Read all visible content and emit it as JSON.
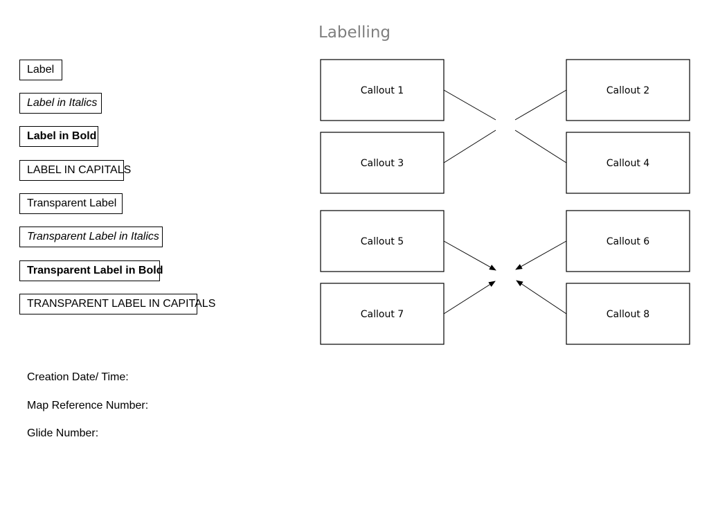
{
  "title": "Labelling",
  "labels": [
    {
      "text": "Label",
      "style": "normal"
    },
    {
      "text": "Label in Italics",
      "style": "italic"
    },
    {
      "text": "Label in Bold",
      "style": "bold"
    },
    {
      "text": "LABEL IN CAPITALS",
      "style": "normal"
    },
    {
      "text": "Transparent Label",
      "style": "normal"
    },
    {
      "text": "Transparent Label in Italics",
      "style": "italic"
    },
    {
      "text": "Transparent Label in Bold",
      "style": "bold"
    },
    {
      "text": "TRANSPARENT LABEL IN CAPITALS",
      "style": "normal"
    }
  ],
  "callouts": [
    {
      "text": "Callout 1",
      "connector": "line"
    },
    {
      "text": "Callout 2",
      "connector": "line"
    },
    {
      "text": "Callout 3",
      "connector": "line"
    },
    {
      "text": "Callout 4",
      "connector": "line"
    },
    {
      "text": "Callout 5",
      "connector": "arrow"
    },
    {
      "text": "Callout 6",
      "connector": "arrow"
    },
    {
      "text": "Callout 7",
      "connector": "arrow"
    },
    {
      "text": "Callout 8",
      "connector": "arrow"
    }
  ],
  "info": {
    "creation_date": "Creation Date/ Time:",
    "map_reference": "Map Reference Number:",
    "glide_number": "Glide Number:"
  },
  "colors": {
    "title": "#7f7f7f",
    "stroke": "#000000",
    "background": "#ffffff"
  }
}
